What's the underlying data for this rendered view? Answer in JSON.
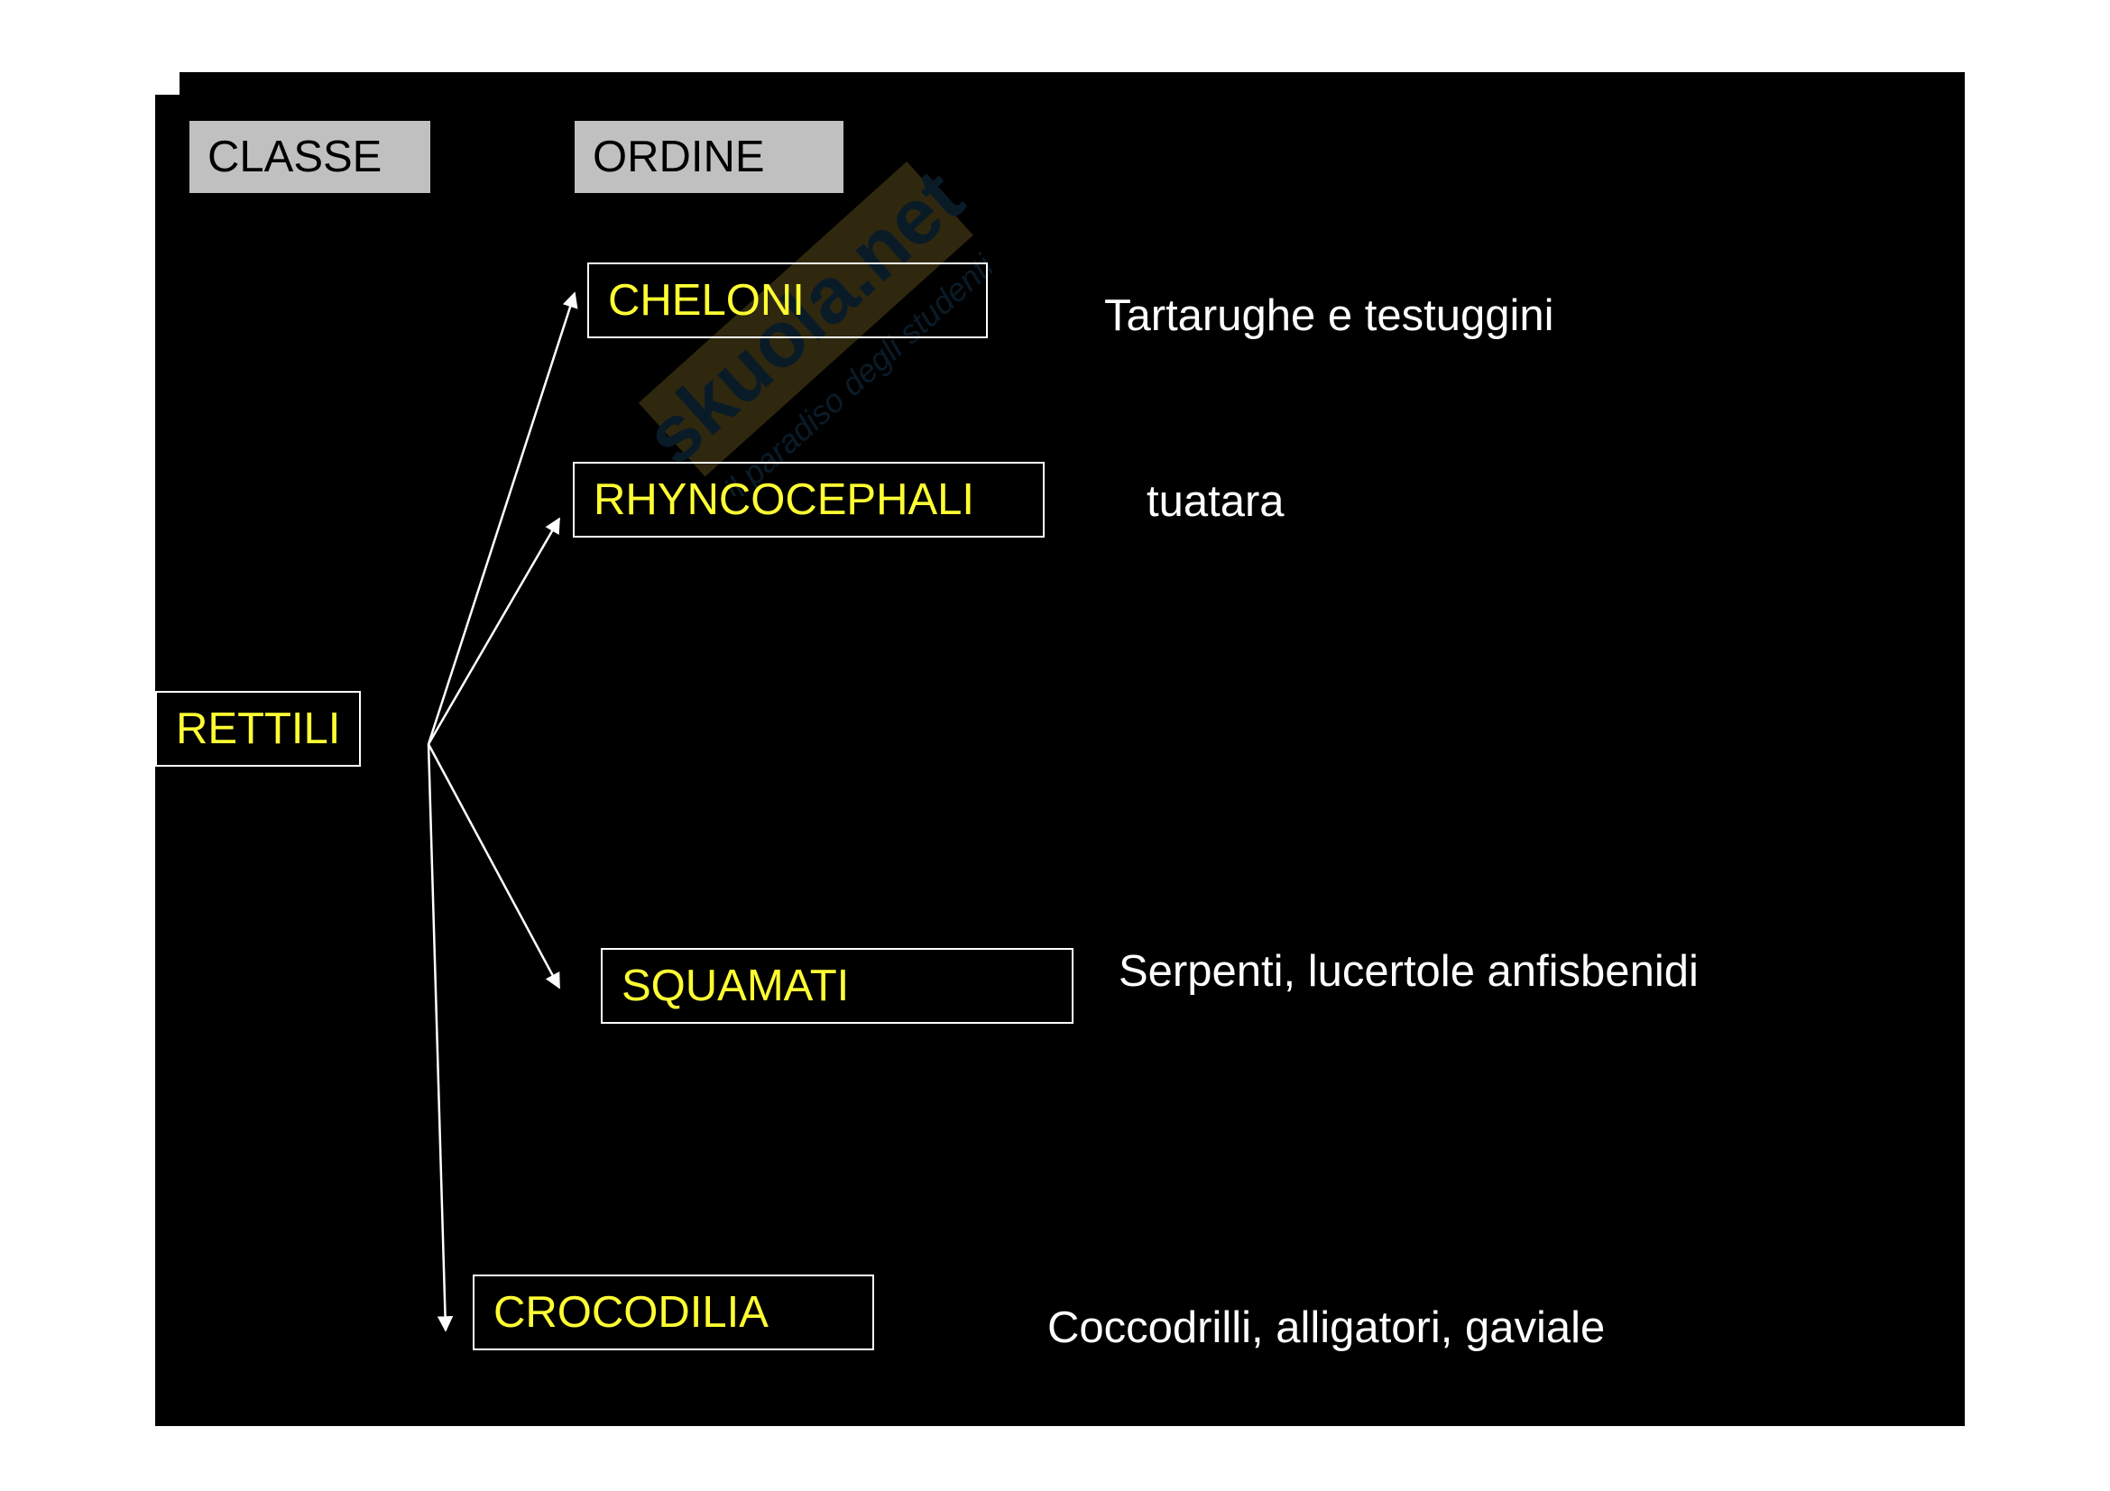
{
  "headers": {
    "class_label": "CLASSE",
    "order_label": "ORDINE"
  },
  "class_node": {
    "label": "RETTILI"
  },
  "orders": [
    {
      "name": "CHELONI",
      "description": "Tartarughe e testuggini"
    },
    {
      "name": "RHYNCOCEPHALI",
      "description": "tuatara"
    },
    {
      "name": "SQUAMATI",
      "description": "Serpenti, lucertole anfisbenidi"
    },
    {
      "name": "CROCODILIA",
      "description": "Coccodrilli, alligatori, gaviale"
    }
  ],
  "watermark": {
    "brand": "skuola.net",
    "tagline": "il paradiso degli studenti"
  },
  "colors": {
    "background": "#000000",
    "node_text": "#ffff33",
    "description_text": "#ffffff",
    "header_fill": "#c0c0c0",
    "watermark": "#d6b640"
  }
}
